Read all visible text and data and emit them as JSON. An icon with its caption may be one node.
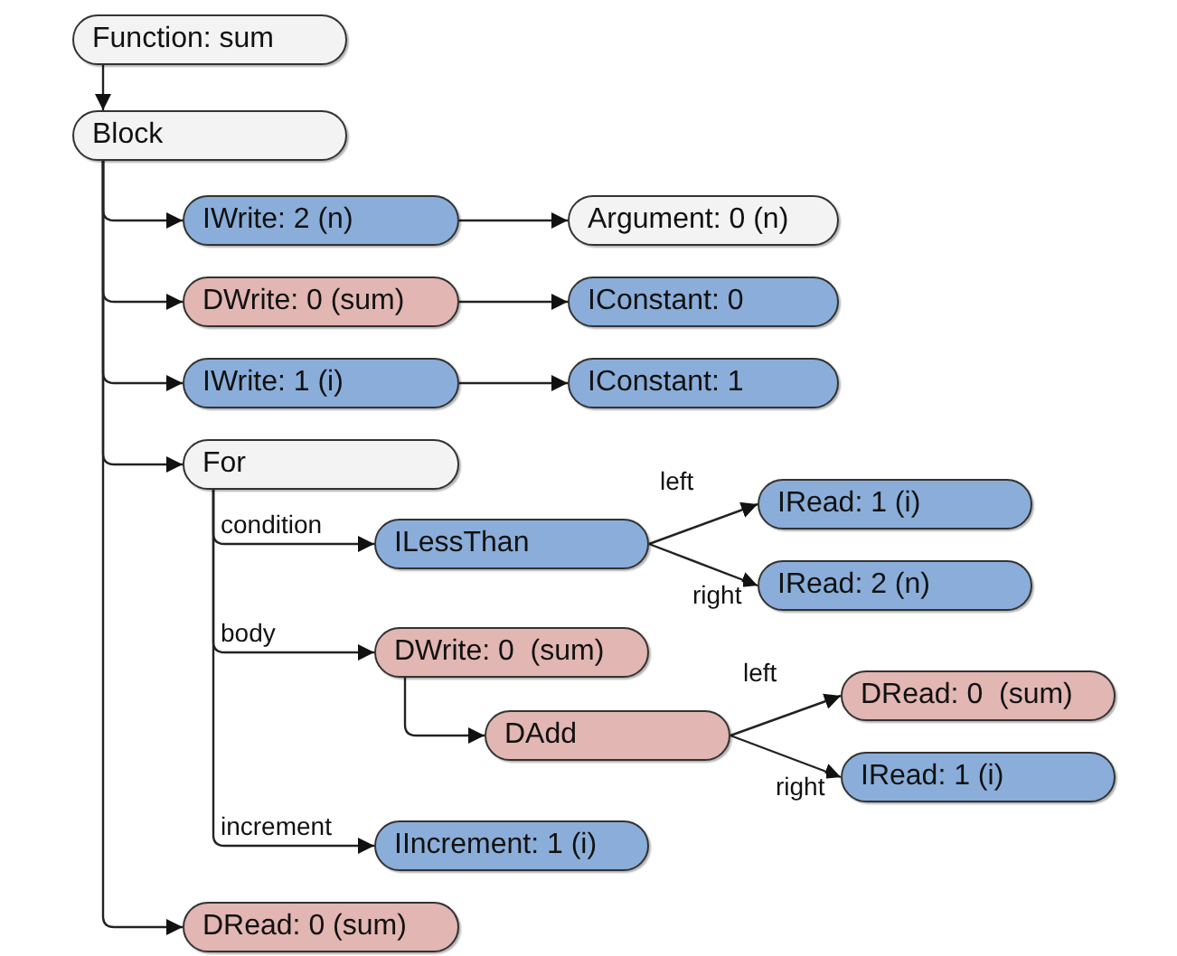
{
  "diagram": {
    "nodes": [
      {
        "text": [
          "Function: sum"
        ]
      },
      {
        "text": [
          "Block"
        ]
      },
      {
        "text": [
          "IWrite: 2 (n)"
        ]
      },
      {
        "text": [
          "Argument: 0 (n)"
        ]
      },
      {
        "text": [
          "DWrite: 0 (sum)"
        ]
      },
      {
        "text": [
          "IConstant: 0"
        ]
      },
      {
        "text": [
          "IWrite: 1 (i)"
        ]
      },
      {
        "text": [
          "IConstant: 1"
        ]
      },
      {
        "text": [
          "For"
        ]
      },
      {
        "text": [
          "ILessThan"
        ]
      },
      {
        "text": [
          "IRead: 1 (i)"
        ]
      },
      {
        "text": [
          "IRead: 2 (n)"
        ]
      },
      {
        "text": [
          "DWrite: 0  (sum)"
        ]
      },
      {
        "text": [
          "DAdd"
        ]
      },
      {
        "text": [
          "DRead: 0  (sum)"
        ]
      },
      {
        "text": [
          "IRead: 1 (i)"
        ]
      },
      {
        "text": [
          "IIncrement: 1 (i)"
        ]
      },
      {
        "text": [
          "DRead: 0 (sum)"
        ]
      }
    ],
    "edges": [
      {
        "from": 0,
        "to": 1,
        "arrow": "to"
      },
      {
        "from": 1,
        "to": 2,
        "arrow": "to"
      },
      {
        "from": 2,
        "to": 3,
        "arrow": "to"
      },
      {
        "from": 1,
        "to": 4,
        "arrow": "to"
      },
      {
        "from": 4,
        "to": 5,
        "arrow": "to"
      },
      {
        "from": 1,
        "to": 6,
        "arrow": "to"
      },
      {
        "from": 6,
        "to": 7,
        "arrow": "to"
      },
      {
        "from": 1,
        "to": 8,
        "arrow": "to"
      },
      {
        "from": 8,
        "to": 9,
        "arrow": "to",
        "label": "condition"
      },
      {
        "from": 9,
        "to": 10,
        "arrow": "to",
        "label": "left"
      },
      {
        "from": 9,
        "to": 11,
        "arrow": "to",
        "label": "right"
      },
      {
        "from": 8,
        "to": 12,
        "arrow": "to",
        "label": "body"
      },
      {
        "from": 12,
        "to": 13,
        "arrow": "to"
      },
      {
        "from": 13,
        "to": 14,
        "arrow": "to",
        "label": "left"
      },
      {
        "from": 13,
        "to": 15,
        "arrow": "to",
        "label": "right"
      },
      {
        "from": 8,
        "to": 16,
        "arrow": "to",
        "label": "increment"
      },
      {
        "from": 1,
        "to": 17,
        "arrow": "to"
      }
    ]
  }
}
